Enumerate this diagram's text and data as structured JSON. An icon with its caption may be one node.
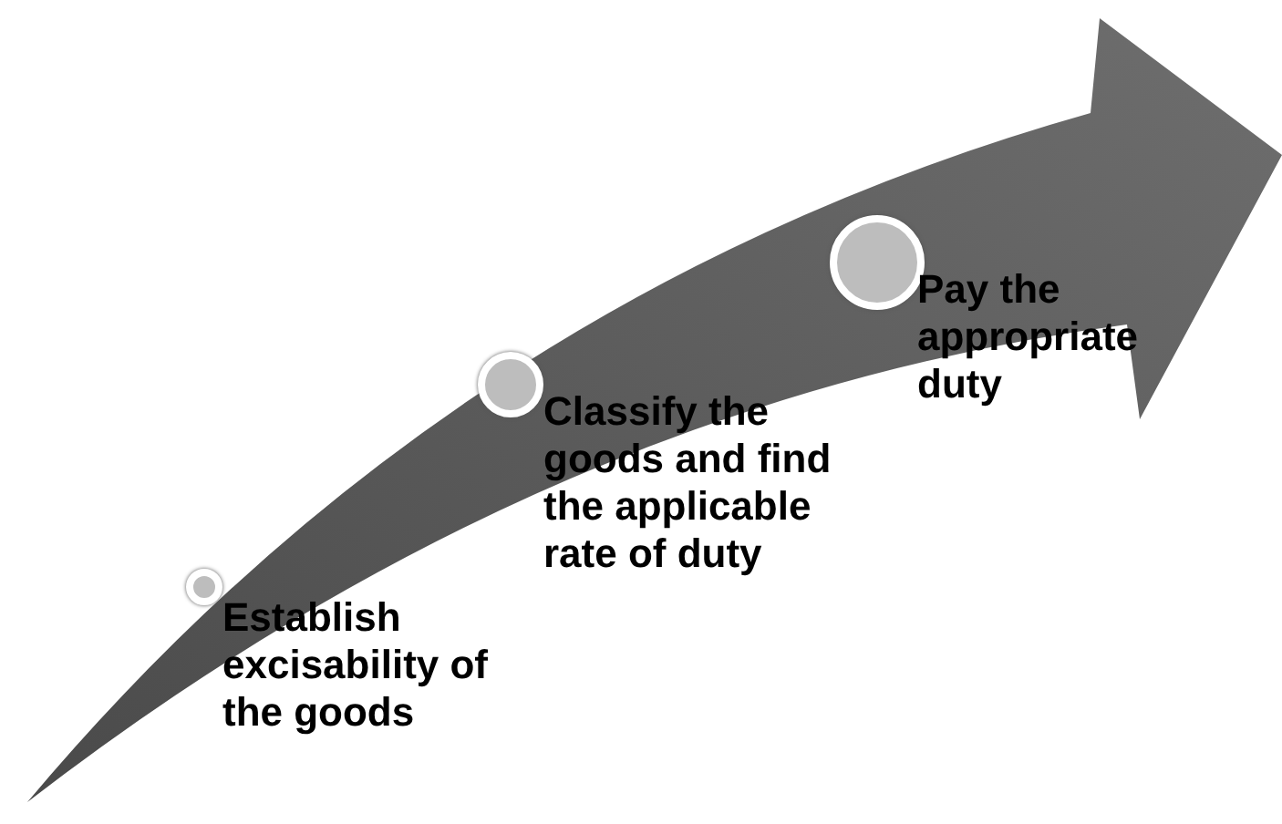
{
  "diagram": {
    "nodes": [
      {
        "text": [],
        "shape": "circle",
        "beside": [
          "Establish excisability of the goods"
        ]
      },
      {
        "text": [],
        "shape": "circle",
        "beside": [
          "Classify the goods and find the applicable rate of duty"
        ]
      },
      {
        "text": [],
        "shape": "circle",
        "beside": [
          "Pay the appropriate duty"
        ]
      }
    ],
    "edges": []
  }
}
